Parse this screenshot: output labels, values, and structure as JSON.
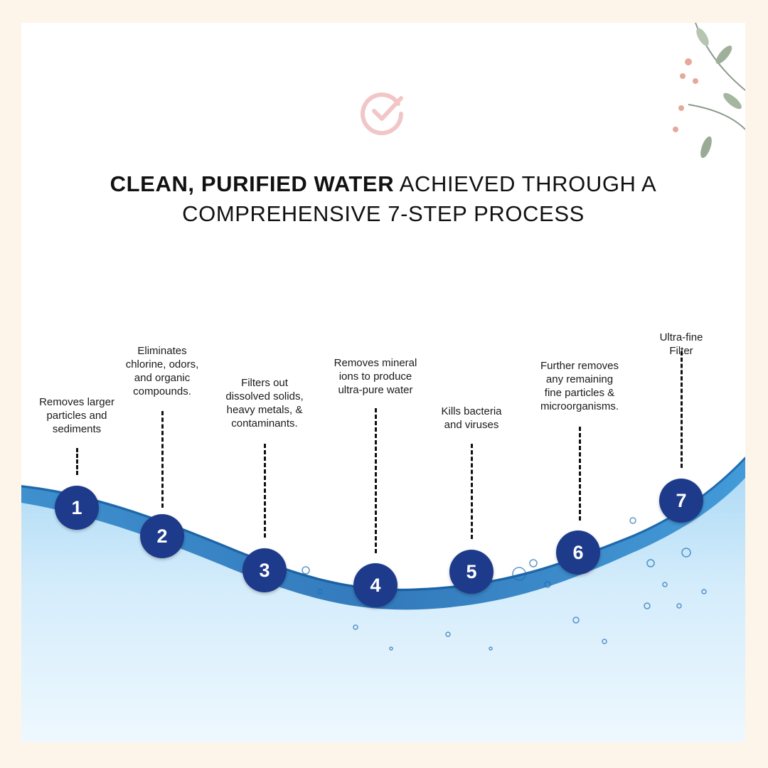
{
  "headline": {
    "bold": "CLEAN, PURIFIED WATER",
    "rest_line1": " ACHIEVED THROUGH A",
    "line2": "COMPREHENSIVE 7-STEP PROCESS"
  },
  "colors": {
    "step_circle": "#1e3a8a",
    "water_dark": "#1f6fb5",
    "water_light": "#cfeafb",
    "page_background": "#fdf4ea",
    "check_icon": "#f2c6c6"
  },
  "icons": {
    "check": "check-circle-icon",
    "decoration": "leaf-branch-icon"
  },
  "steps": [
    {
      "number": "1",
      "description": "Removes larger\nparticles and\nsediments"
    },
    {
      "number": "2",
      "description": "Eliminates\nchlorine, odors,\nand organic\ncompounds."
    },
    {
      "number": "3",
      "description": "Filters out\ndissolved solids,\nheavy metals, &\ncontaminants."
    },
    {
      "number": "4",
      "description": "Removes mineral\nions to produce\nultra-pure water"
    },
    {
      "number": "5",
      "description": "Kills bacteria\nand viruses"
    },
    {
      "number": "6",
      "description": "Further removes\nany remaining\nfine particles &\nmicroorganisms."
    },
    {
      "number": "7",
      "description": "Ultra-fine Filter"
    }
  ]
}
